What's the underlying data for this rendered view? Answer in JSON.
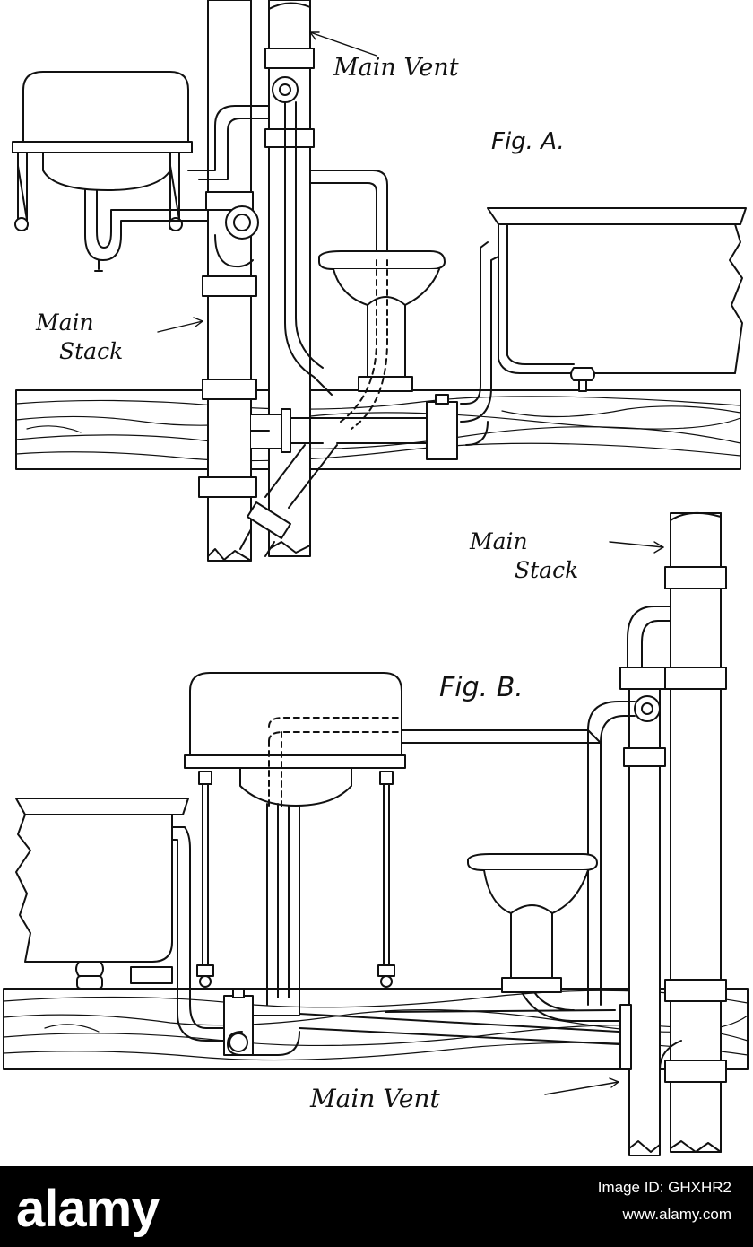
{
  "figure_a": {
    "title": "Fig. A.",
    "label_main_vent": "Main Vent",
    "label_main_stack_line1": "Main",
    "label_main_stack_line2": "Stack"
  },
  "figure_b": {
    "title": "Fig. B.",
    "label_main_stack_line1": "Main",
    "label_main_stack_line2": "Stack",
    "label_main_vent": "Main Vent"
  },
  "footer": {
    "logo": "alamy",
    "image_id": "Image ID: GHXHR2",
    "site": "www.alamy.com"
  },
  "colors": {
    "ink": "#111111",
    "paper": "#ffffff",
    "footer_bg": "#000000",
    "footer_text": "#ffffff"
  }
}
